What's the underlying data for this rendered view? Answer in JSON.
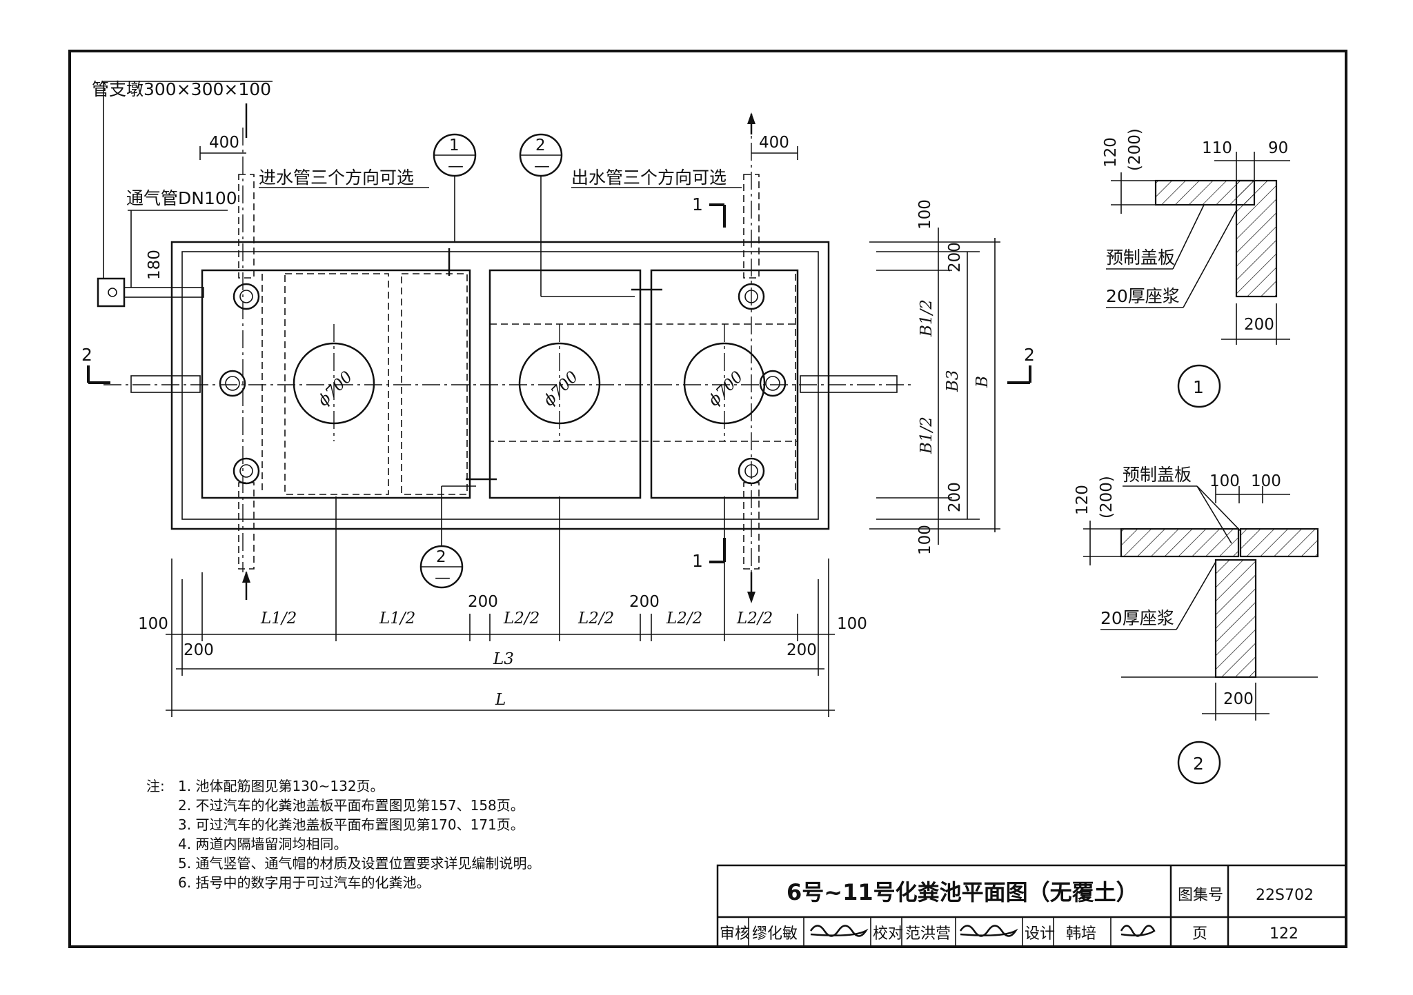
{
  "plan": {
    "pipe_support_label": "管支墩300×300×100",
    "vent_pipe_label": "通气管DN100",
    "inlet_label": "进水管三个方向可选",
    "outlet_label": "出水管三个方向可选",
    "dim_400_left": "400",
    "dim_400_right": "400",
    "dim_180": "180",
    "manhole_1": "ϕ700",
    "manhole_2": "ϕ700",
    "manhole_3": "ϕ700",
    "section_2_left": "2",
    "section_2_right": "2",
    "section_1_top": "1",
    "section_1_bottom": "1",
    "callout_1_top": "1",
    "callout_2_top": "2",
    "callout_2_bottom": "2",
    "callout_dash": "—"
  },
  "right_dims": {
    "d100_top": "100",
    "d200_top": "200",
    "b1_half_top": "B1/2",
    "b3": "B3",
    "b": "B",
    "b1_half_bottom": "B1/2",
    "d200_bottom": "200",
    "d100_bottom": "100"
  },
  "bottom_dims": {
    "d100_left": "100",
    "d200_left": "200",
    "l1_half_a": "L1/2",
    "l1_half_b": "L1/2",
    "d200_mid1": "200",
    "l2_half_a": "L2/2",
    "l2_half_b": "L2/2",
    "d200_mid2": "200",
    "l2_half_c": "L2/2",
    "l2_half_d": "L2/2",
    "d200_right": "200",
    "d100_right": "100",
    "l3": "L3",
    "l": "L"
  },
  "detail1": {
    "dim_120": "120",
    "dim_200_paren": "(200)",
    "dim_110": "110",
    "dim_90": "90",
    "label_cover": "预制盖板",
    "label_mortar": "20厚座浆",
    "dim_200": "200",
    "number": "1"
  },
  "detail2": {
    "label_cover": "预制盖板",
    "dim_100_a": "100",
    "dim_100_b": "100",
    "dim_120": "120",
    "dim_200_paren": "(200)",
    "label_mortar": "20厚座浆",
    "dim_200": "200",
    "number": "2"
  },
  "notes": {
    "prefix": "注:",
    "items": [
      "1. 池体配筋图见第130~132页。",
      "2. 不过汽车的化粪池盖板平面布置图见第157、158页。",
      "3. 可过汽车的化粪池盖板平面布置图见第170、171页。",
      "4. 两道内隔墙留洞均相同。",
      "5. 通气竖管、通气帽的材质及设置位置要求详见编制说明。",
      "6. 括号中的数字用于可过汽车的化粪池。"
    ]
  },
  "title_block": {
    "title": "6号~11号化粪池平面图（无覆土）",
    "atlas_label": "图集号",
    "atlas_value": "22S702",
    "review_label": "审核",
    "reviewer": "缪化敏",
    "check_label": "校对",
    "checker": "范洪营",
    "design_label": "设计",
    "designer": "韩培",
    "page_label": "页",
    "page_value": "122"
  },
  "colors": {
    "ink": "#111111",
    "paper": "#ffffff"
  }
}
